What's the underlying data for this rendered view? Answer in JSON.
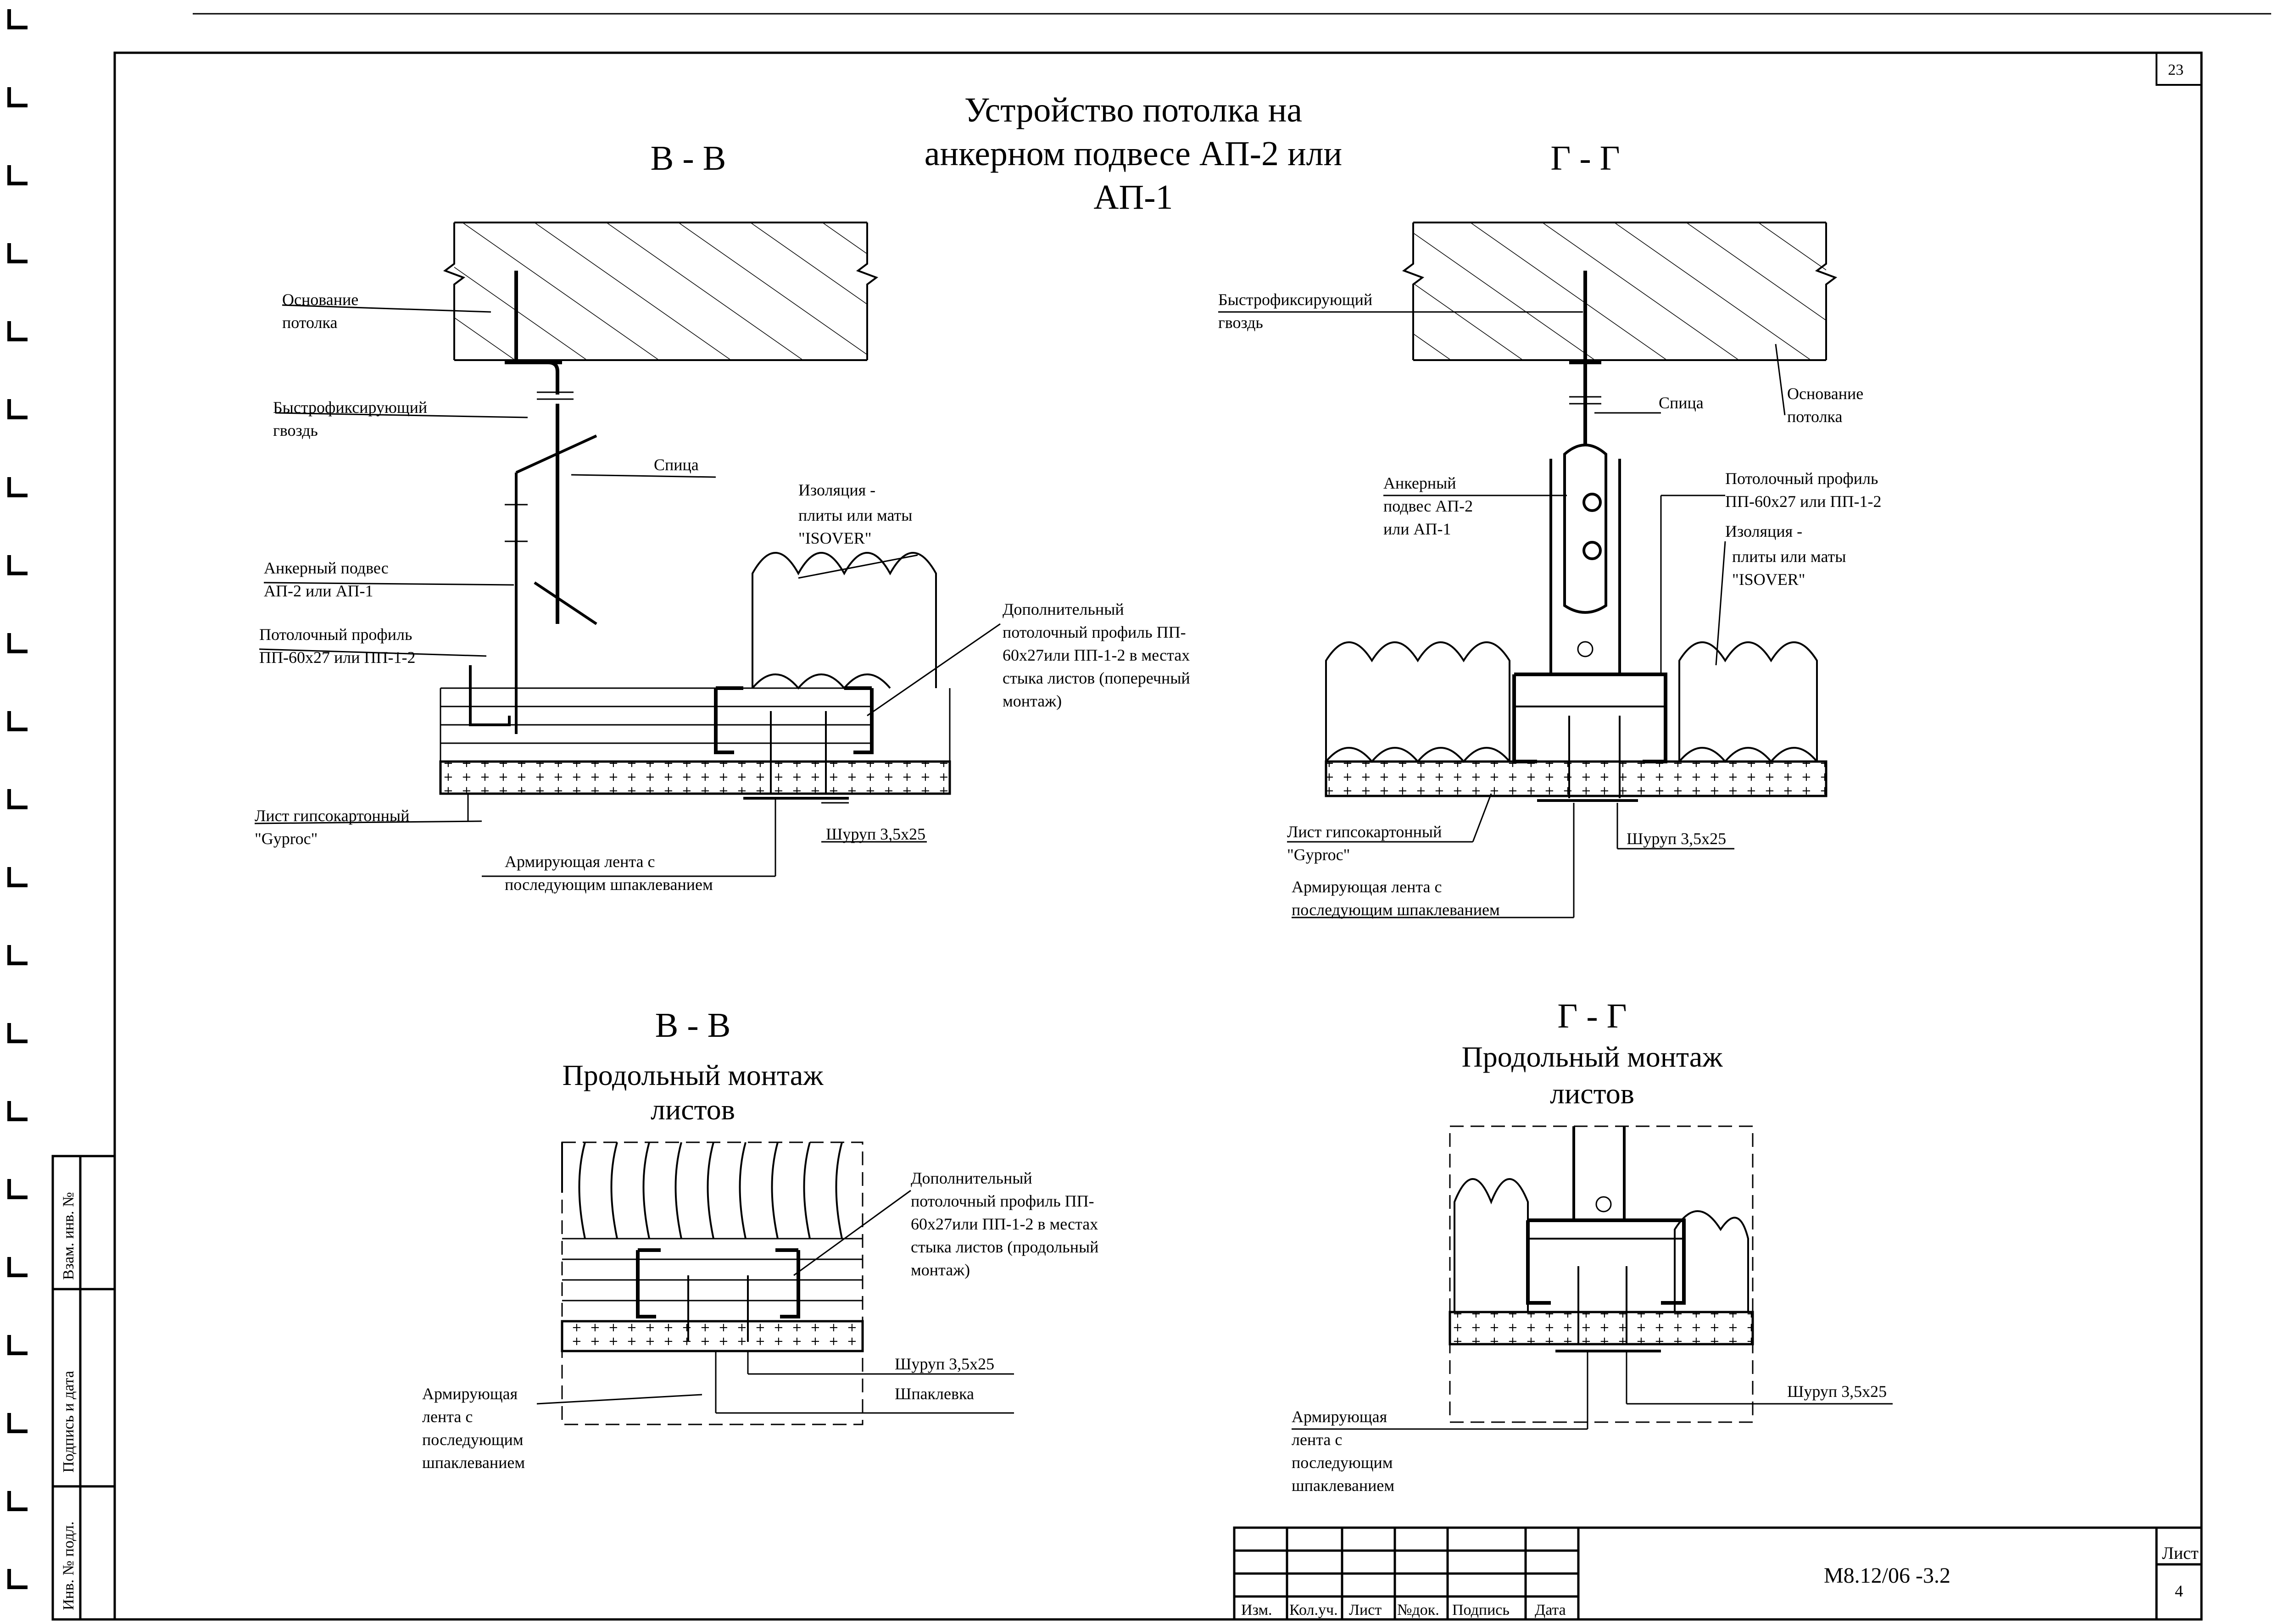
{
  "sheet_number_top": "23",
  "title": [
    "Устройство потолка на",
    "анкерном подвесе АП-2 или",
    "АП-1"
  ],
  "sections": {
    "top_left": {
      "heading": "В - В",
      "labels": {
        "osnovanie": [
          "Основание",
          "потолка"
        ],
        "gvozd": [
          "Быстрофиксирующий",
          "гвоздь"
        ],
        "spica": "Спица",
        "podves": [
          "Анкерный подвес",
          "АП-2 или АП-1"
        ],
        "profil": [
          "Потолочный профиль",
          "ПП-60х27 или ПП-1-2"
        ],
        "izolyaciya": [
          "Изоляция -",
          "плиты или маты",
          "\"ISOVER\""
        ],
        "dop_profil": [
          "Дополнительный",
          "потолочный профиль ПП-",
          "60х27или ПП-1-2 в местах",
          "стыка листов (поперечный",
          "монтаж)"
        ],
        "list": [
          "Лист гипсокартонный",
          "\"Gyproc\""
        ],
        "shurup": "Шуруп 3,5х25",
        "lenta": [
          "Армирующая лента с",
          "последующим шпаклеванием"
        ]
      }
    },
    "top_right": {
      "heading": "Г - Г",
      "labels": {
        "gvozd": [
          "Быстрофиксирующий",
          "гвоздь"
        ],
        "spica": "Спица",
        "osnovanie": [
          "Основание",
          "потолка"
        ],
        "podves": [
          "Анкерный",
          "подвес  АП-2",
          "или АП-1"
        ],
        "profil": [
          "Потолочный профиль",
          "ПП-60х27 или ПП-1-2"
        ],
        "izolyaciya": [
          "Изоляция -",
          "плиты или маты",
          "\"ISOVER\""
        ],
        "list": [
          "Лист гипсокартонный",
          "\"Gyproc\""
        ],
        "shurup": "Шуруп 3,5х25",
        "lenta": [
          "Армирующая лента с",
          "последующим шпаклеванием"
        ]
      }
    },
    "bottom_left": {
      "heading": [
        "В - В",
        "Продольный монтаж",
        "листов"
      ],
      "labels": {
        "dop_profil": [
          "Дополнительный",
          "потолочный профиль ПП-",
          "60х27или ПП-1-2 в местах",
          "стыка листов (продольный",
          "монтаж)"
        ],
        "shurup": "Шуруп 3,5х25",
        "shpaklevka": "Шпаклевка",
        "lenta": [
          "Армирующая",
          "лента с",
          "последующим",
          "шпаклеванием"
        ]
      }
    },
    "bottom_right": {
      "heading": [
        "Г - Г",
        "Продольный монтаж",
        "листов"
      ],
      "labels": {
        "shurup": "Шуруп 3,5х25",
        "lenta": [
          "Армирующая",
          "лента с",
          "последующим",
          "шпаклеванием"
        ]
      }
    }
  },
  "side_stamp": [
    "Взам. инв. №",
    "Подпись и дата",
    "Инв. № подл."
  ],
  "title_block": {
    "columns": [
      "Изм.",
      "Кол.уч.",
      "Лист",
      "№док.",
      "Подпись",
      "Дата"
    ],
    "code": "М8.12/06 -3.2",
    "sheet_label": "Лист",
    "sheet_number": "4"
  }
}
